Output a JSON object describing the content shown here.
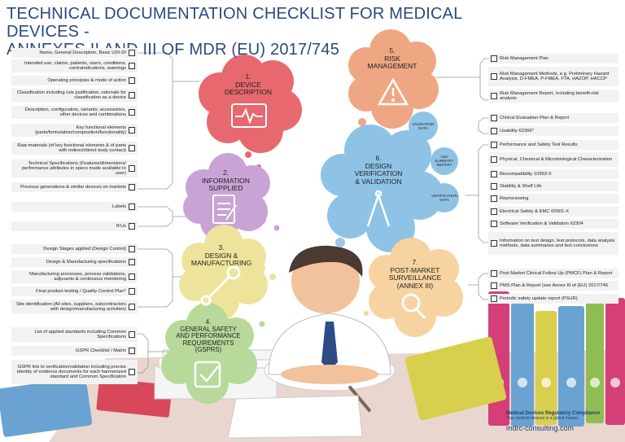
{
  "title": {
    "line1": "TECHNICAL DOCUMENTATION CHECKLIST FOR MEDICAL DEVICES -",
    "line2": "ANNEXES II AND III OF MDR (EU) 2017/745"
  },
  "sections": {
    "device_description": {
      "number": "1.",
      "line1": "DEVICE",
      "line2": "DESCRIPTION",
      "icon": "monitor-heartbeat-icon"
    },
    "information_supplied": {
      "number": "2.",
      "line1": "INFORMATION",
      "line2": "SUPPLIED",
      "icon": "document-pen-icon"
    },
    "design_manufacturing": {
      "number": "3.",
      "line1": "DESIGN &",
      "line2": "MANUFACTURING",
      "icon": "wrench-icon"
    },
    "gspr": {
      "number": "4.",
      "line1": "GENERAL SAFETY",
      "line2": "AND PERFORMANCE",
      "line3": "REQUIREMENTS",
      "line4": "(GSPRS)",
      "icon": "checkbox-icon"
    },
    "risk_management": {
      "number": "5.",
      "line1": "RISK",
      "line2": "MANAGEMENT",
      "icon": "warning-triangle-icon"
    },
    "design_verification": {
      "number": "6.",
      "line1": "DESIGN",
      "line2": "VERIFICATION",
      "line3": "& VALIDATION",
      "icon": "compass-icon"
    },
    "post_market": {
      "number": "7.",
      "line1": "POST-MARKET",
      "line2": "SURVEILLANCE",
      "line3": "(ANNEX III)",
      "icon": "magnifier-icon"
    }
  },
  "bubbles": {
    "validation": {
      "line1": "VALIDATION",
      "line2": "DATA"
    },
    "vv_summary": {
      "line1": "V&V",
      "line2": "SUMMARY",
      "line3": "REPORT"
    },
    "verification": {
      "line1": "VERIFICATION",
      "line2": "DATA"
    }
  },
  "checklist": {
    "device_description": [
      "Name, General Description, Basic UDI-DI",
      "Intended use, claims, patients, users, conditions, contraindications, warnings",
      "Operating principles & mode of action",
      "Classification including rule justification, rationale for classification as a device",
      "Description, configuration, variants, accessories, other devices and combinations",
      "Key functional elements (parts/formulation/composition/functionality)",
      "Raw materials (of key functional elements & of parts with indirect/direct body contact)",
      "Technical Specifications (Features/dimensions/ performance attributes in specs made available to user)",
      "Previous generations & similar devices on markets"
    ],
    "information_supplied": [
      "Labels",
      "IFUs"
    ],
    "design_manufacturing": [
      "Design Stages applied (Design Control)",
      "Design & Manufacturing specifications",
      "Manufacturing processes, process validations, adjuvants & continuous monitoring",
      "Final product testing / Quality Control Plan*",
      "Site identification (All sites, suppliers, subcontractors with design/manufacturing activities)"
    ],
    "gspr": [
      "List of applied standards including Common Specifications",
      "GSPR Checklist / Matrix",
      "GSPR link to verification/validation including precise identity of evidence documents for each harmonized standard and Common Specification"
    ],
    "risk_management": [
      "Risk Management Plan",
      "Risk Management Methods, e.g. Preliminary Hazard Analysis, D-FMEA, P-FMEA, FTA, HAZOP, HACCP",
      "Risk Management Report, including benefit-risk analysis"
    ],
    "design_verification": [
      "Clinical Evaluation Plan & Report",
      "Usability 62366*",
      "Performance and Safety Test Results",
      "Physical, Chemical & Microbiological Characterization",
      "Biocompatibility 10993-X",
      "Stability & Shelf Life",
      "Reprocessing",
      "Electrical Safety & EMC 60601-X",
      "Software Verification & Validation 62304",
      "Information on test design, test protocols, data analysis methods, data summaries and test conclusions"
    ],
    "post_market": [
      "Post Market Clinical Follow Up (PMCF) Plan & Report",
      "PMS Plan & Report (see Annex III of (EU) 2017/745",
      "Periodic safety update report (PSUR)"
    ]
  },
  "logo": {
    "name": "Medical Devices Regulatory Compliance",
    "tagline": "Your medical devices in a global market",
    "url": "mdrc-consulting.com"
  },
  "colors": {
    "title": "#2a4a7f",
    "cloud_device": "#e7686f",
    "cloud_info": "#c9a3d6",
    "cloud_design": "#eee39b",
    "cloud_gspr": "#b7d99a",
    "cloud_risk": "#efa783",
    "cloud_verification": "#8fc3e6",
    "cloud_postmarket": "#f6d3a1",
    "item_bg": "#f2f2f2"
  }
}
